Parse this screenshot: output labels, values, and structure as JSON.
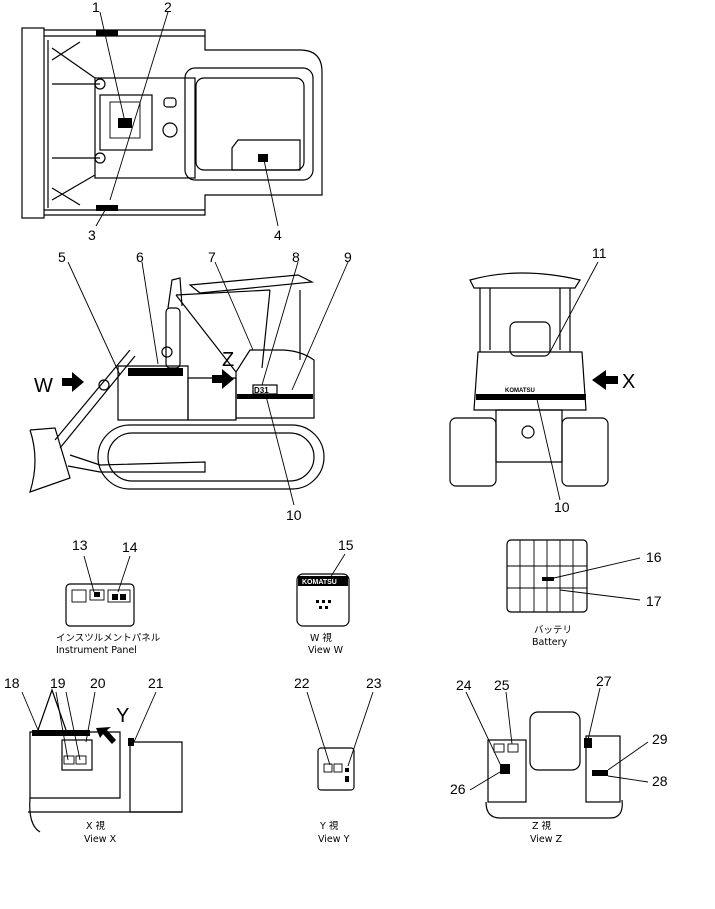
{
  "callouts": {
    "n1": "1",
    "n2": "2",
    "n3": "3",
    "n4": "4",
    "n5": "5",
    "n6": "6",
    "n7": "7",
    "n8": "8",
    "n9": "9",
    "n10a": "10",
    "n10b": "10",
    "n11": "11",
    "n13": "13",
    "n14": "14",
    "n15": "15",
    "n16": "16",
    "n17": "17",
    "n18": "18",
    "n19": "19",
    "n20": "20",
    "n21": "21",
    "n22": "22",
    "n23": "23",
    "n24": "24",
    "n25": "25",
    "n26": "26",
    "n27": "27",
    "n28": "28",
    "n29": "29"
  },
  "view_arrows": {
    "w": "W",
    "x": "X",
    "y": "Y",
    "z": "Z"
  },
  "plates": {
    "komatsu_rear": "KOMATSU",
    "komatsu_w": "KOMATSU",
    "model": "D31"
  },
  "views": {
    "instrument_jp": "インスツルメントパネル",
    "instrument_en": "Instrument  Panel",
    "w_jp": "W  視",
    "w_en": "View  W",
    "battery_jp": "バッテリ",
    "battery_en": "Battery",
    "x_jp": "X  視",
    "x_en": "View  X",
    "y_jp": "Y  視",
    "y_en": "View  Y",
    "z_jp": "Z  視",
    "z_en": "View  Z"
  }
}
